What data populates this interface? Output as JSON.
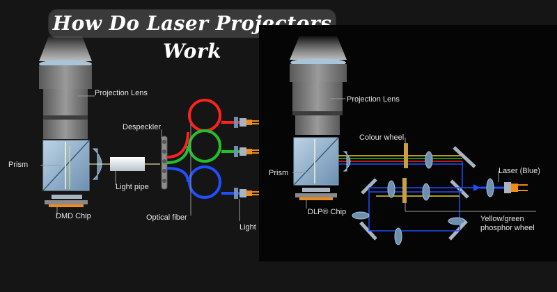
{
  "title": "How Do Laser Projectors Work",
  "left_diagram": {
    "projection_lens": "Projection Lens",
    "prism": "Prism",
    "dmd_chip": "DMD Chip",
    "light_pipe": "Light pipe",
    "despeckler": "Despeckler",
    "optical_fiber": "Optical fiber",
    "light": "Light"
  },
  "right_diagram": {
    "projection_lens": "Projection Lens",
    "colour_wheel": "Colour wheel",
    "prism": "Prism",
    "dlp_chip": "DLP® Chip",
    "laser": "Laser (Blue)",
    "phosphor_wheel_line1": "Yellow/green",
    "phosphor_wheel_line2": "phosphor wheel"
  },
  "colors": {
    "background": "#151515",
    "panel": "#050505",
    "red_beam": "#ff2020",
    "green_beam": "#22c02a",
    "blue_beam": "#1f4fff",
    "yellow_beam": "#e8d020",
    "laser_orange": "#f08a18"
  }
}
